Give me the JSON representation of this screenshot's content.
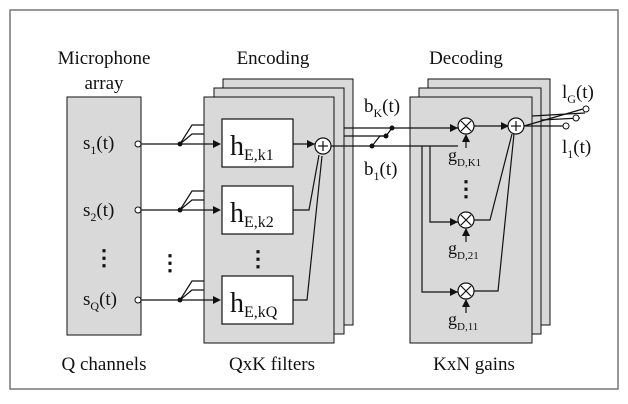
{
  "diagram": {
    "headers": {
      "microphone": [
        "Microphone",
        "array"
      ],
      "encoding": "Encoding",
      "decoding": "Decoding"
    },
    "footers": {
      "microphone": "Q channels",
      "encoding": "QxK filters",
      "decoding": "KxN gains"
    },
    "inputs": [
      {
        "main": "s",
        "sub": "1",
        "tail": "(t)"
      },
      {
        "main": "s",
        "sub": "2",
        "tail": "(t)"
      },
      {
        "main": "s",
        "sub": "Q",
        "tail": "(t)"
      }
    ],
    "filters": [
      {
        "main": "h",
        "sub": "E,k1"
      },
      {
        "main": "h",
        "sub": "E,k2"
      },
      {
        "main": "h",
        "sub": "E,kQ"
      }
    ],
    "channels": [
      {
        "main": "b",
        "sub": "K",
        "tail": "(t)"
      },
      {
        "main": "b",
        "sub": "1",
        "tail": "(t)"
      }
    ],
    "gains": [
      {
        "main": "g",
        "sub": "D,K1"
      },
      {
        "main": "g",
        "sub": "D,21"
      },
      {
        "main": "g",
        "sub": "D,11"
      }
    ],
    "outputs": [
      {
        "main": "l",
        "sub": "G",
        "tail": "(t)"
      },
      {
        "main": "l",
        "sub": "1",
        "tail": "(t)"
      }
    ],
    "ellipsis": "⋮",
    "colors": {
      "panel": "#d9d9d9",
      "stroke": "#111111",
      "frame": "#777777",
      "box": "#ffffff"
    }
  }
}
